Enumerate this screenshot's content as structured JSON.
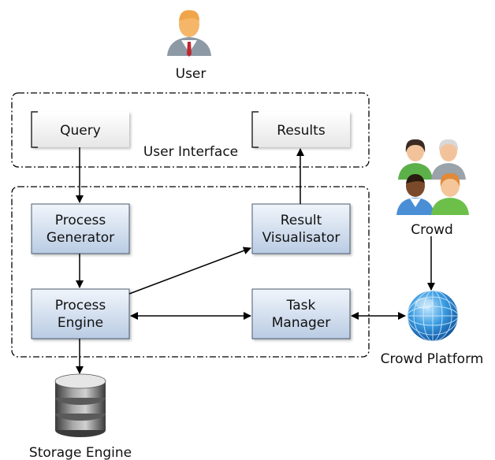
{
  "actors": {
    "user": "User",
    "crowd": "Crowd"
  },
  "groups": {
    "user_interface": "User Interface"
  },
  "boxes": {
    "query": "Query",
    "results": "Results",
    "process_generator": [
      "Process",
      "Generator"
    ],
    "result_visualisator": [
      "Result",
      "Visualisator"
    ],
    "process_engine": [
      "Process",
      "Engine"
    ],
    "task_manager": [
      "Task",
      "Manager"
    ]
  },
  "external": {
    "crowd_platform": "Crowd Platform",
    "storage_engine": "Storage Engine"
  },
  "icons": {
    "user": "user-icon",
    "crowd": "crowd-icon",
    "platform": "globe-icon",
    "storage": "database-icon"
  },
  "colors": {
    "box_top": "#f1f5fb",
    "box_bottom": "#b9cbe3",
    "box_border": "#4a5a70",
    "arrow": "#000000"
  }
}
